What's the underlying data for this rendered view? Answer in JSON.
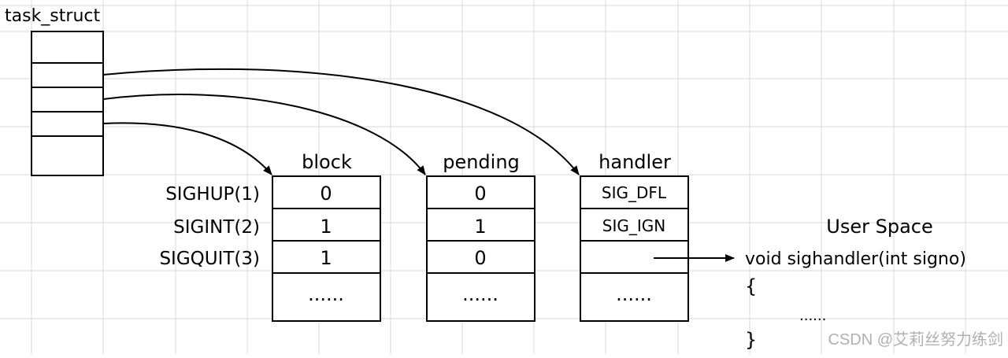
{
  "task_struct": {
    "label": "task_struct"
  },
  "tables": {
    "block": {
      "header": "block",
      "values": [
        "0",
        "1",
        "1",
        "......"
      ]
    },
    "pending": {
      "header": "pending",
      "values": [
        "0",
        "1",
        "0",
        "......"
      ]
    },
    "handler": {
      "header": "handler",
      "values": [
        "SIG_DFL",
        "SIG_IGN",
        "",
        "......"
      ]
    }
  },
  "signals": [
    "SIGHUP(1)",
    "SIGINT(2)",
    "SIGQUIT(3)"
  ],
  "user_space": {
    "title": "User Space",
    "signature": "void sighandler(int signo)",
    "open_brace": "{",
    "body": "......",
    "close_brace": "}"
  },
  "watermark": "CSDN @艾莉丝努力练剑",
  "colors": {
    "grid": "#d9d9d9",
    "ink": "#000000",
    "watermark": "#b0b0b0"
  }
}
